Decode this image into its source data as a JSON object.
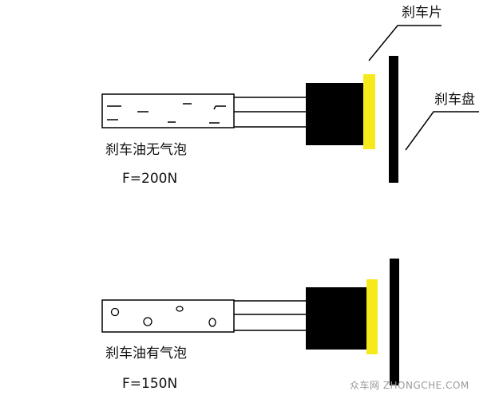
{
  "labels": {
    "brake_pad": "刹车片",
    "brake_disc": "刹车盘",
    "no_bubbles": "刹车油无气泡",
    "with_bubbles": "刹车油有气泡",
    "force_no_bubbles": "F=200N",
    "force_with_bubbles": "F=150N"
  },
  "watermark": "众车网 ZHONGCHE.COM",
  "colors": {
    "pad": "#f7ea1c",
    "caliper": "#000000",
    "disc": "#000000",
    "line": "#000000",
    "background": "#ffffff"
  }
}
